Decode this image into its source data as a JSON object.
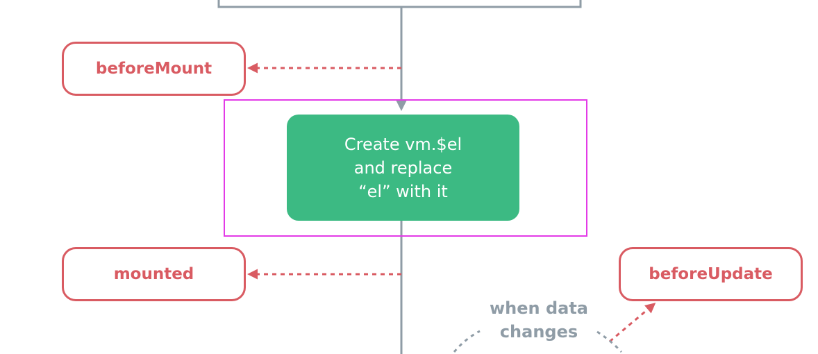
{
  "hooks": {
    "before_mount": "beforeMount",
    "mounted": "mounted",
    "before_update": "beforeUpdate"
  },
  "process": {
    "line1": "Create vm.$el",
    "line2": "and replace",
    "line3": "“el” with it"
  },
  "event": {
    "line1": "when data",
    "line2": "changes"
  },
  "colors": {
    "hook": "#d95b62",
    "process": "#3cba83",
    "flow": "#8f9ca6",
    "highlight": "#e33be7"
  }
}
